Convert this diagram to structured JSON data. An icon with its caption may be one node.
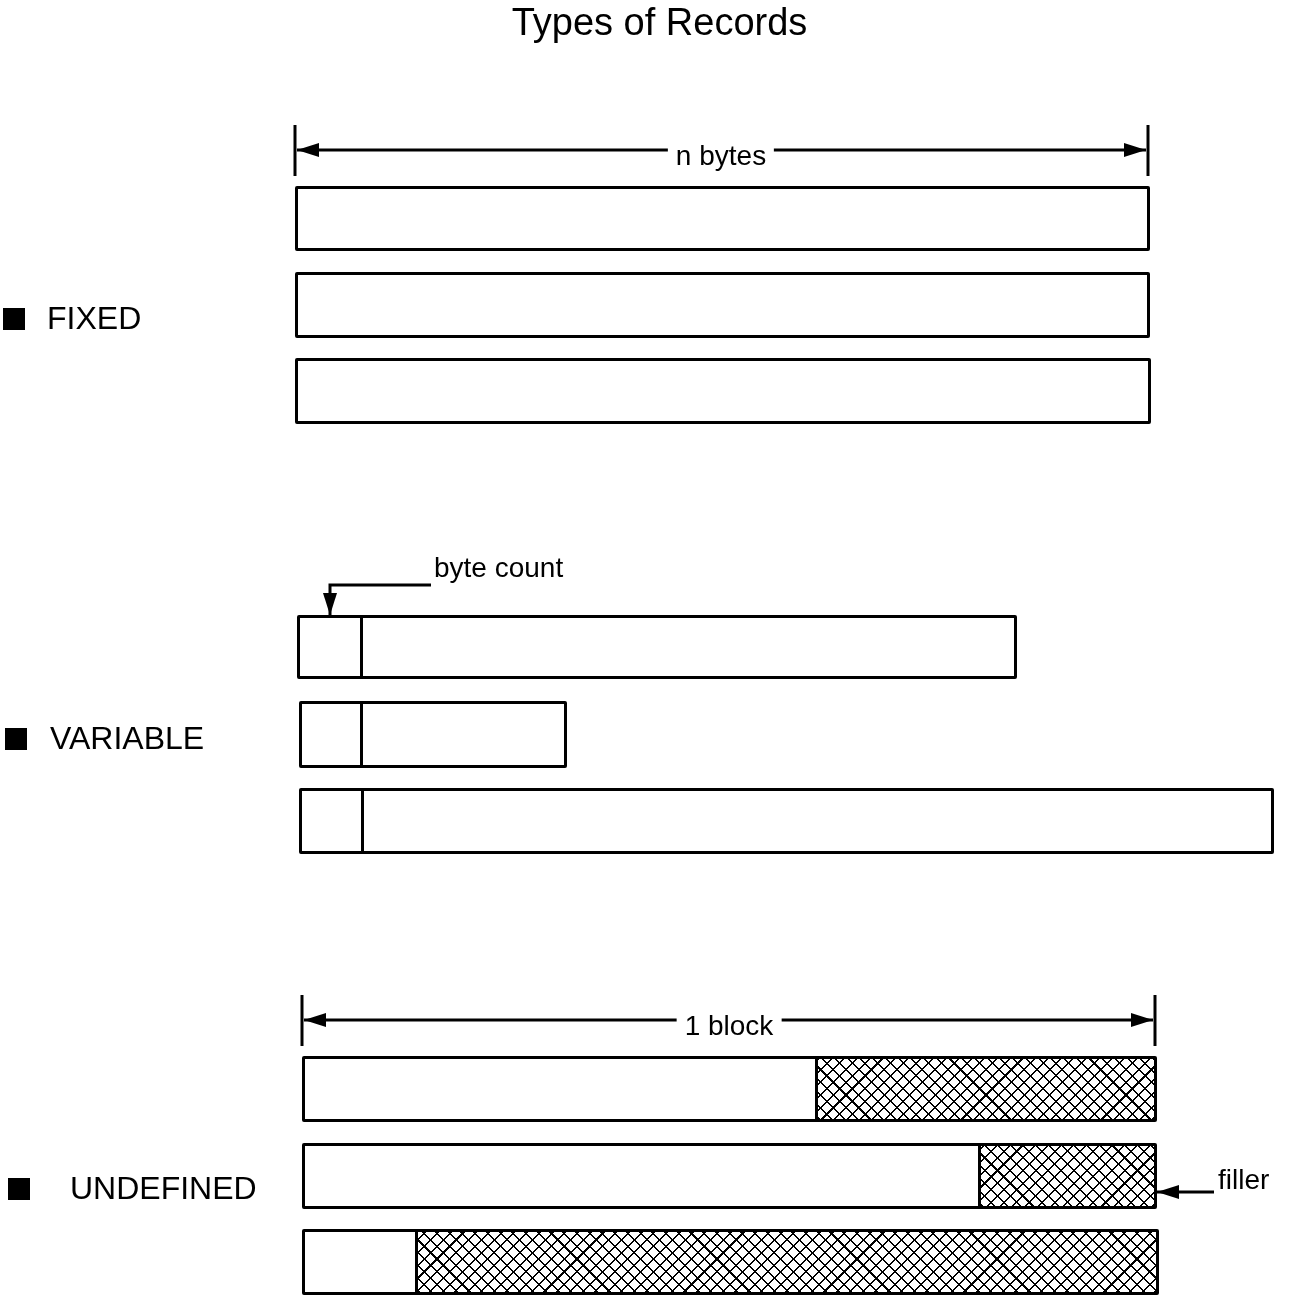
{
  "diagram": {
    "title": "Types of Records",
    "nodes": [
      {
        "text": [],
        "shape": "bar"
      },
      {
        "text": [],
        "shape": "bar"
      },
      {
        "text": [],
        "shape": "bar"
      },
      {
        "text": [],
        "shape": "bar"
      },
      {
        "text": [],
        "shape": "box",
        "in": 3
      },
      {
        "text": [],
        "shape": "bar"
      },
      {
        "text": [],
        "shape": "box",
        "in": 5
      },
      {
        "text": [],
        "shape": "bar"
      },
      {
        "text": [],
        "shape": "box",
        "in": 7
      },
      {
        "text": [],
        "shape": "bar"
      },
      {
        "text": [],
        "shape": "box",
        "in": 9
      },
      {
        "text": [],
        "shape": "bar"
      },
      {
        "text": [],
        "shape": "box",
        "in": 11
      },
      {
        "text": [],
        "shape": "bar"
      },
      {
        "text": [],
        "shape": "box",
        "in": 13
      },
      {
        "text": [
          "byte count"
        ]
      },
      {
        "text": [
          "filler"
        ]
      }
    ],
    "edges": [
      {
        "from": 15,
        "to": 4,
        "arrow": "to"
      },
      {
        "from": 16,
        "to": 12,
        "arrow": "to"
      }
    ],
    "labels": [
      "n bytes",
      "FIXED",
      "VARIABLE",
      "1 block",
      "UNDEFINED"
    ]
  }
}
